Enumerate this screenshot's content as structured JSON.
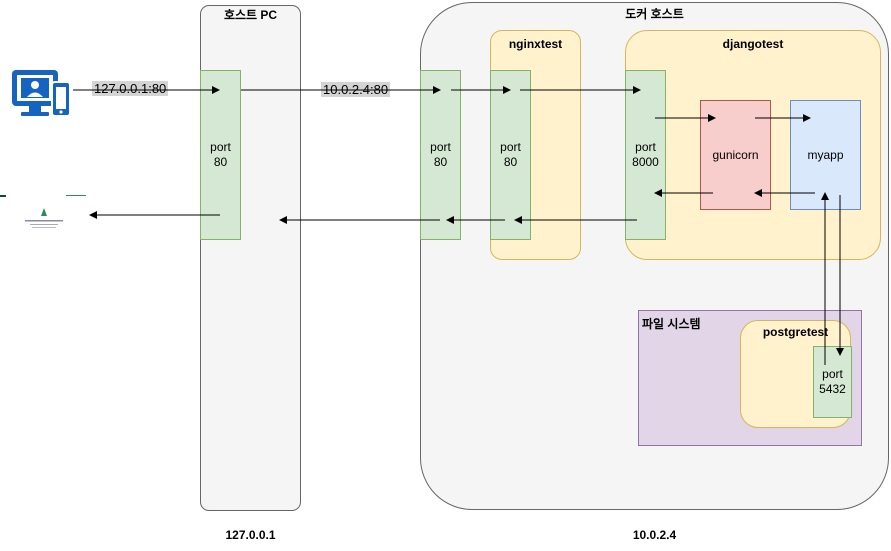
{
  "host_pc": {
    "title": "호스트 PC",
    "ip": "127.0.0.1",
    "port_label": "port\n80"
  },
  "docker_host": {
    "title": "도커 호스트",
    "ip": "10.0.2.4",
    "port_label": "port\n80"
  },
  "nginx": {
    "title": "nginxtest",
    "port_label": "port\n80"
  },
  "django": {
    "title": "djangotest",
    "port_label": "port\n8000",
    "gunicorn": "gunicorn",
    "myapp": "myapp"
  },
  "filesystem": {
    "title": "파일 시스템"
  },
  "postgres": {
    "title": "postgretest",
    "port_label": "port\n5432"
  },
  "edges": {
    "host_addr": "127.0.0.1:80",
    "docker_addr": "10.0.2.4:80"
  },
  "colors": {
    "port_fill": "#d5e8d4",
    "port_stroke": "#82b366",
    "container_fill": "#fff2cc",
    "container_stroke": "#d6b656",
    "gunicorn_fill": "#f8cecc",
    "gunicorn_stroke": "#b85450",
    "myapp_fill": "#dae8fc",
    "myapp_stroke": "#6c8ebf",
    "fs_fill": "#e1d5e7",
    "fs_stroke": "#9673a6",
    "host_fill": "#f5f5f5",
    "host_stroke": "#666666",
    "client_icon": "#1565c0"
  }
}
